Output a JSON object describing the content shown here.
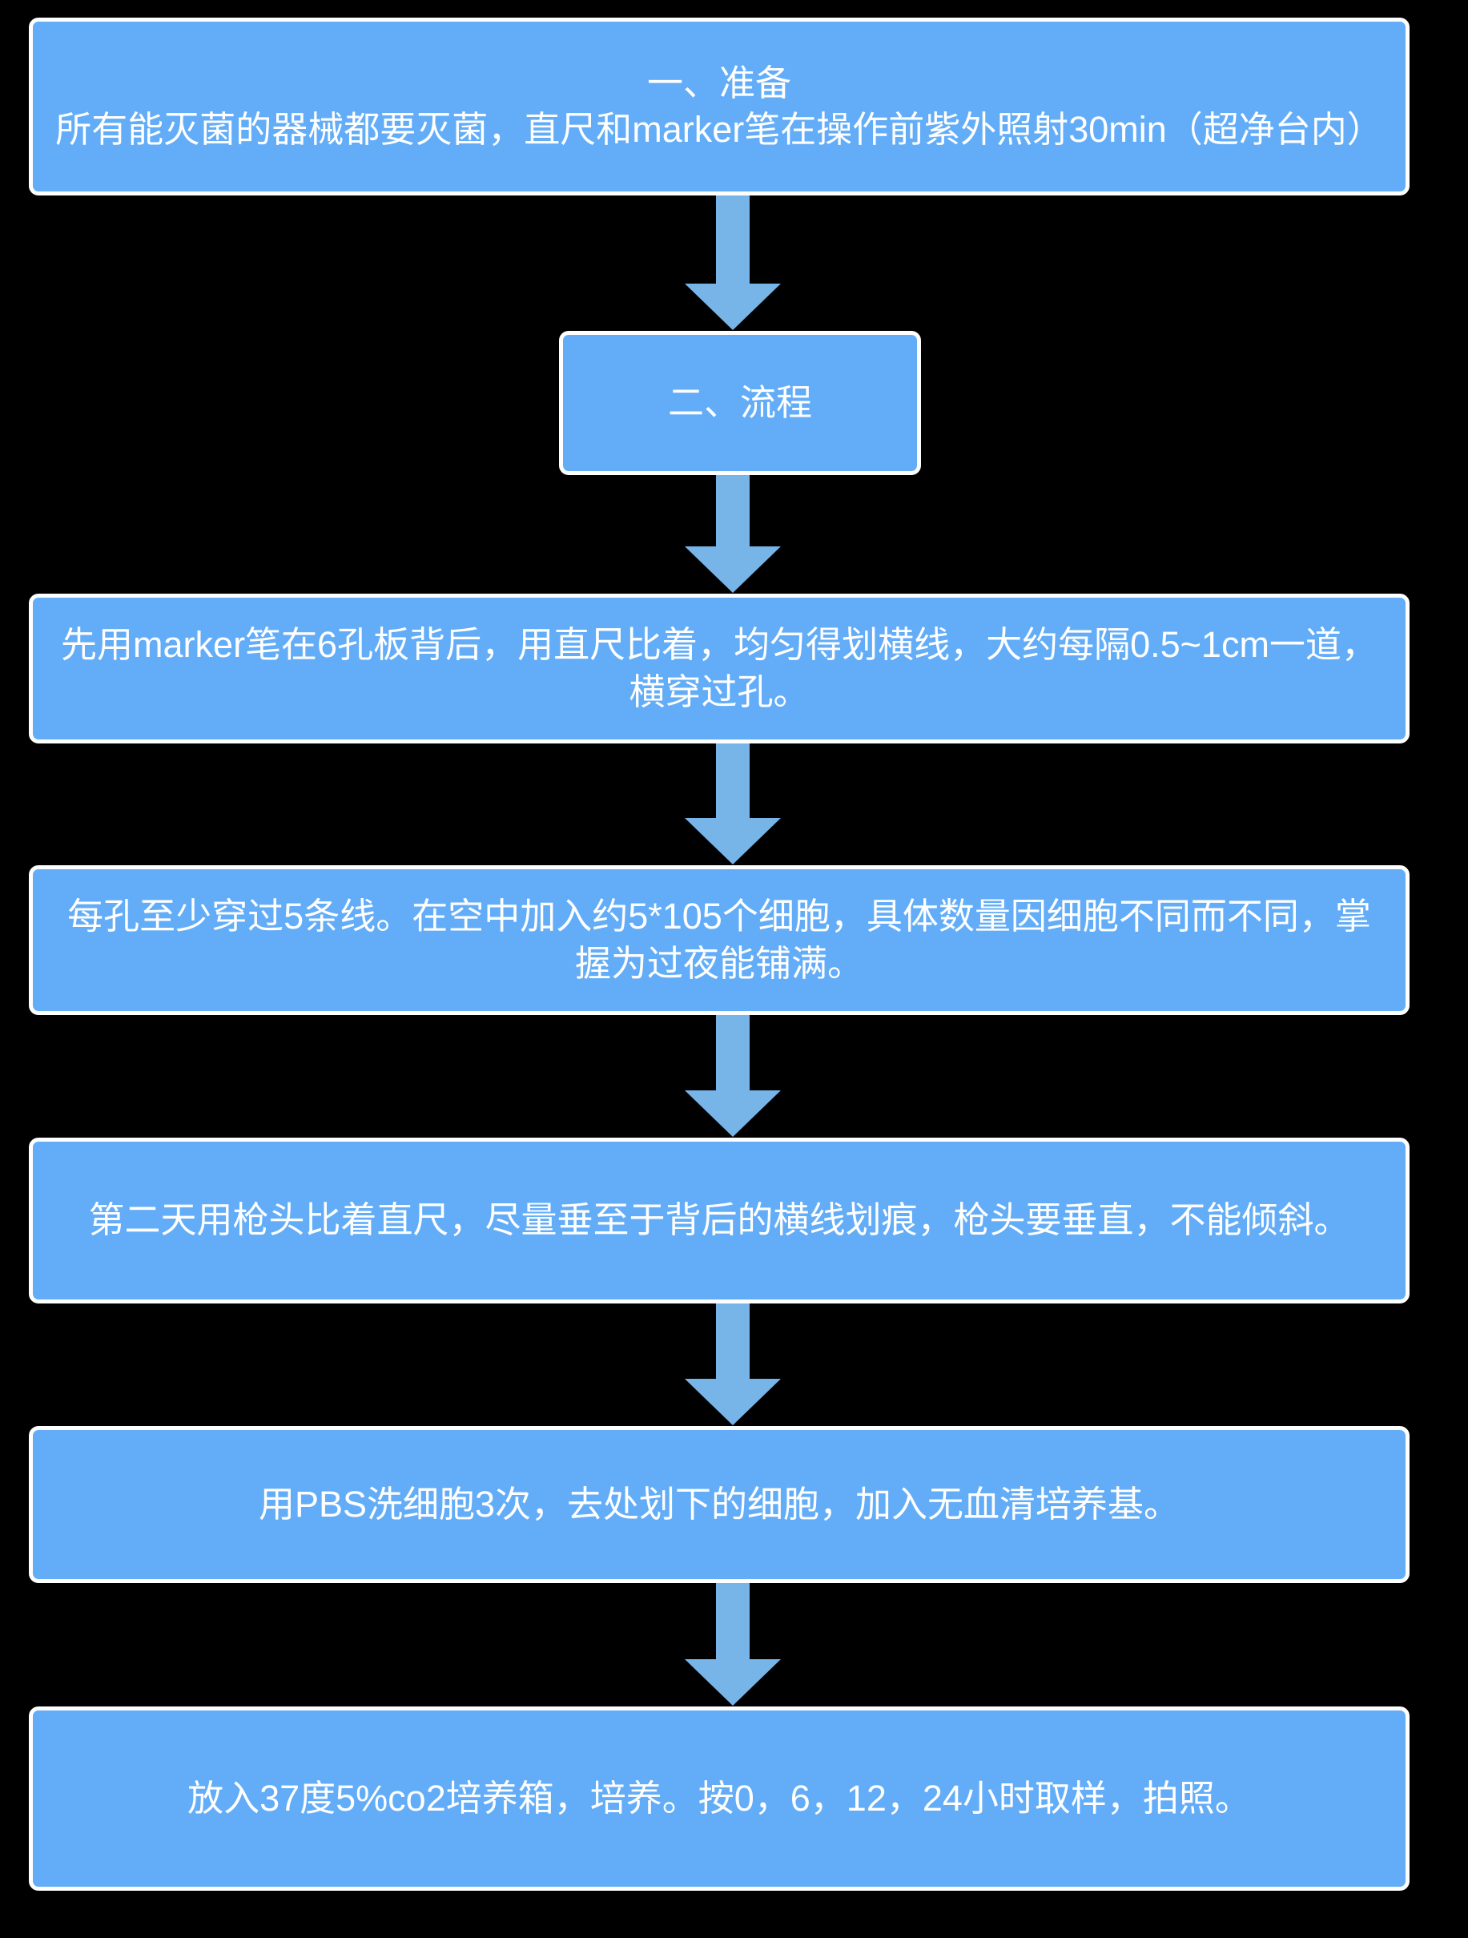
{
  "page": {
    "background_color": "#000000",
    "node_fill_color": "#63ADF8",
    "node_border_color": "#FFFFFF",
    "node_text_color": "#FFFFFF",
    "arrow_color": "#77B4E8"
  },
  "flowchart": {
    "type": "vertical-flowchart",
    "nodes": [
      {
        "id": "prep",
        "label": "一、准备\n所有能灭菌的器械都要灭菌，直尺和marker笔在操作前紫外照射30min（超净台内）"
      },
      {
        "id": "process",
        "label": "二、流程"
      },
      {
        "id": "step1",
        "label": "先用marker笔在6孔板背后，用直尺比着，均匀得划横线，大约每隔0.5~1cm一道，横穿过孔。"
      },
      {
        "id": "step2",
        "label": "每孔至少穿过5条线。在空中加入约5*105个细胞，具体数量因细胞不同而不同，掌握为过夜能铺满。"
      },
      {
        "id": "step3",
        "label": "第二天用枪头比着直尺，尽量垂至于背后的横线划痕，枪头要垂直，不能倾斜。"
      },
      {
        "id": "step4",
        "label": "用PBS洗细胞3次，去处划下的细胞，加入无血清培养基。"
      },
      {
        "id": "step5",
        "label": "放入37度5%co2培养箱，培养。按0，6，12，24小时取样，拍照。"
      }
    ],
    "connectors": [
      {
        "id": "a1",
        "from": "prep",
        "to": "process",
        "icon": "down-arrow-icon"
      },
      {
        "id": "a2",
        "from": "process",
        "to": "step1",
        "icon": "down-arrow-icon"
      },
      {
        "id": "a3",
        "from": "step1",
        "to": "step2",
        "icon": "down-arrow-icon"
      },
      {
        "id": "a4",
        "from": "step2",
        "to": "step3",
        "icon": "down-arrow-icon"
      },
      {
        "id": "a5",
        "from": "step3",
        "to": "step4",
        "icon": "down-arrow-icon"
      },
      {
        "id": "a6",
        "from": "step4",
        "to": "step5",
        "icon": "down-arrow-icon"
      }
    ]
  }
}
